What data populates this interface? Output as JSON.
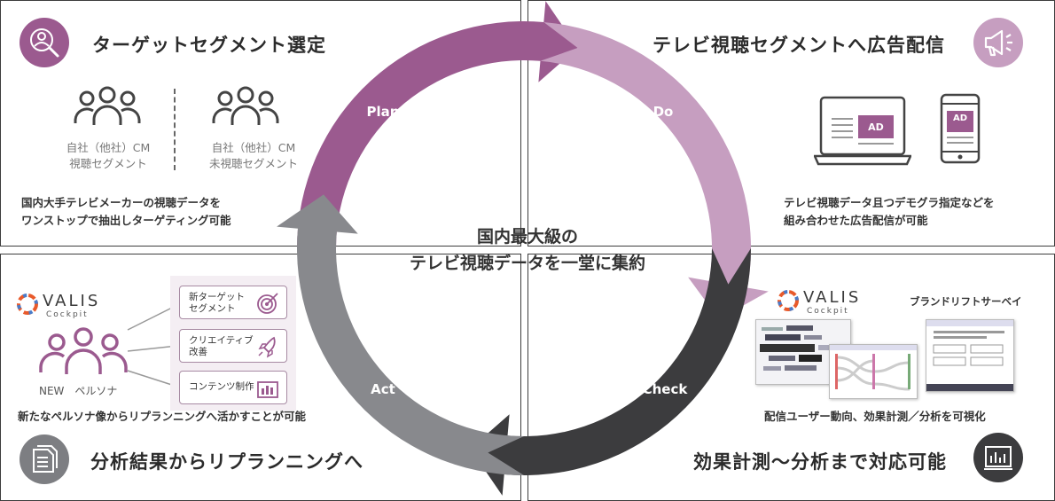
{
  "plan": {
    "title": "ターゲットセグメント選定",
    "seg1": "自社（他社）CM\n視聴セグメント",
    "seg2": "自社（他社）CM\n未視聴セグメント",
    "desc": "国内大手テレビメーカーの視聴データを\nワンストップで抽出しターゲティング可能"
  },
  "do": {
    "title": "テレビ視聴セグメントへ広告配信",
    "ad_label": "AD",
    "desc": "テレビ視聴データ且つデモグラ指定などを\n組み合わせた広告配信が可能"
  },
  "act": {
    "title": "分析結果からリプランニングへ",
    "logo_main": "VALIS",
    "logo_sub": "Cockpit",
    "persona": "NEW　ペルソナ",
    "cards": [
      "新ターゲット\nセグメント",
      "クリエイティブ\n改善",
      "コンテンツ制作"
    ],
    "desc": "新たなペルソナ像からリプランニングへ活かすことが可能"
  },
  "check": {
    "title": "効果計測〜分析まで対応可能",
    "logo_main": "VALIS",
    "logo_sub": "Cockpit",
    "survey_label": "ブランドリフトサーベイ",
    "desc": "配信ユーザー動向、効果計測／分析を可視化"
  },
  "center": {
    "line1": "国内最大級の",
    "line2": "テレビ視聴データを一堂に集約"
  },
  "cycle": {
    "labels": [
      "Plan",
      "Do",
      "Check",
      "Act"
    ],
    "colors": {
      "plan": "#9b5a8f",
      "do": "#c69ec0",
      "check": "#3c3c3e",
      "act": "#88898d"
    }
  },
  "colors": {
    "badge_purple": "#9b5a8f",
    "badge_light": "#c69ec0",
    "badge_gray": "#7d7e82",
    "badge_dark": "#3c3c3e"
  }
}
